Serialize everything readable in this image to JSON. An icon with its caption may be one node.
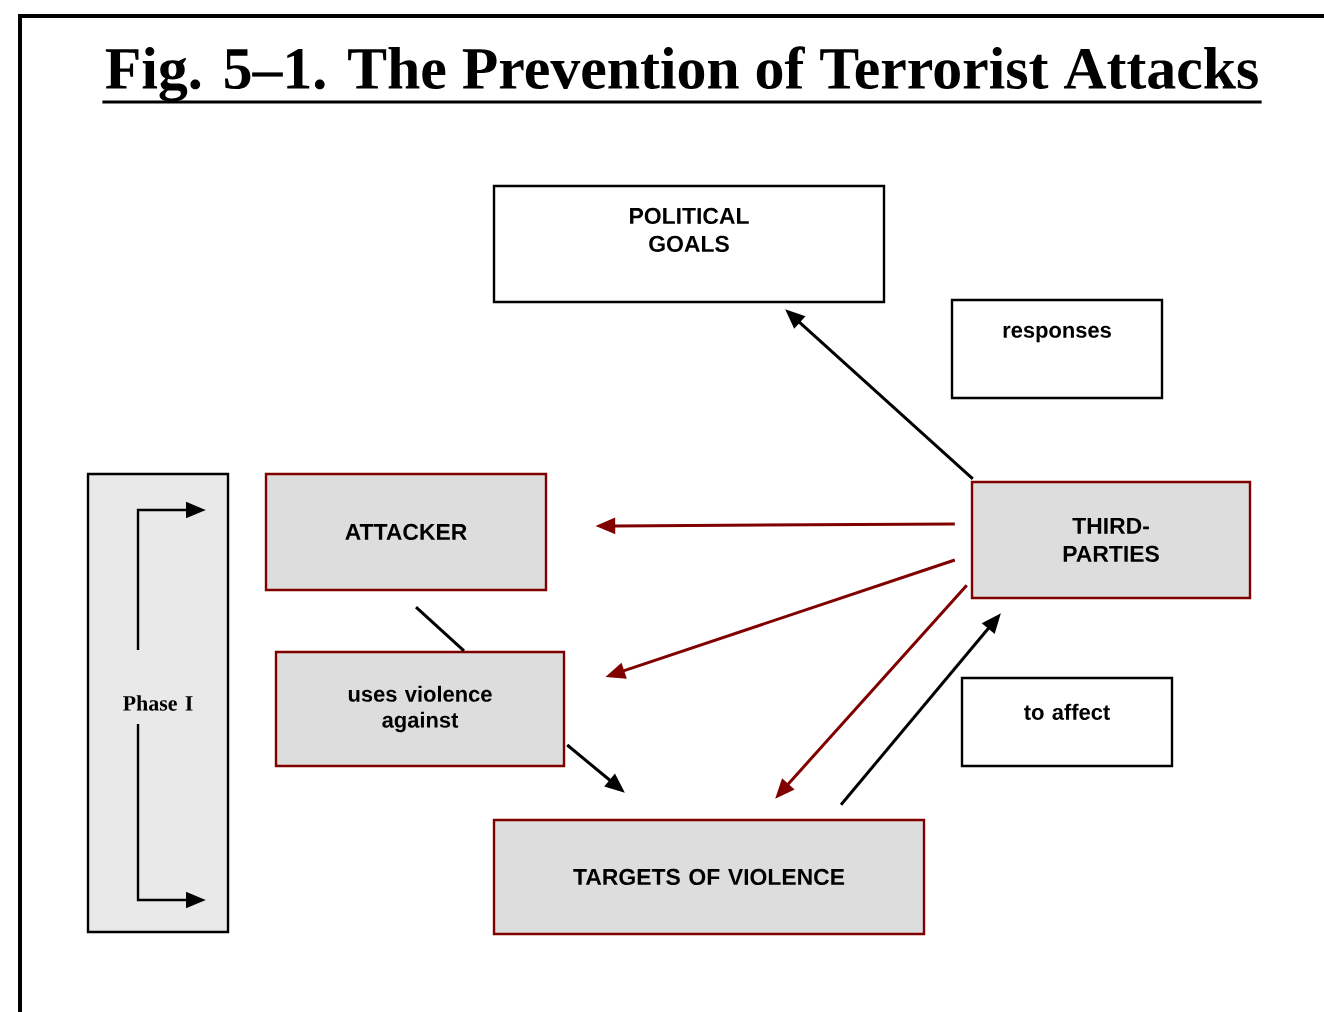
{
  "diagram": {
    "title": "Fig. 5–1. The Prevention of Terrorist Attacks",
    "nodes": [
      {
        "text": [
          "POLITICAL GOALS"
        ]
      },
      {
        "text": [
          "responses"
        ]
      },
      {
        "text": [
          "Phase I"
        ]
      },
      {
        "text": [
          "ATTACKER"
        ]
      },
      {
        "text": [
          "THIRD-PARTIES"
        ]
      },
      {
        "text": [
          "uses violence against"
        ]
      },
      {
        "text": [
          "to affect"
        ]
      },
      {
        "text": [
          "TARGETS OF VIOLENCE"
        ]
      }
    ],
    "edges": [
      {
        "from": 4,
        "to": 0,
        "arrow": "to"
      },
      {
        "from": 4,
        "to": 3,
        "arrow": "to",
        "color": "#800000"
      },
      {
        "from": 4,
        "to": 5,
        "arrow": "to",
        "color": "#800000"
      },
      {
        "from": 4,
        "to": 7,
        "arrow": "to",
        "color": "#800000"
      },
      {
        "from": 7,
        "to": 4,
        "arrow": "to"
      },
      {
        "from": 3,
        "to": 5,
        "arrow": "none"
      },
      {
        "from": 5,
        "to": 7,
        "arrow": "to"
      }
    ]
  }
}
